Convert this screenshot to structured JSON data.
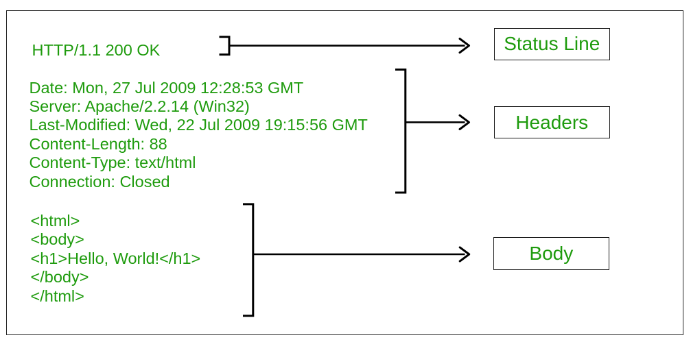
{
  "colors": {
    "text_green": "#1e9b0d",
    "stroke_black": "#000000",
    "frame_border": "#242424",
    "box_border": "#181818",
    "background": "#ffffff"
  },
  "status": {
    "text": "HTTP/1.1 200 OK",
    "label": "Status Line"
  },
  "headers": {
    "lines": [
      "Date: Mon, 27 Jul 2009 12:28:53 GMT",
      "Server: Apache/2.2.14 (Win32)",
      "Last-Modified: Wed, 22 Jul 2009 19:15:56 GMT",
      "Content-Length: 88",
      "Content-Type: text/html",
      "Connection: Closed"
    ],
    "label": "Headers"
  },
  "body": {
    "lines": [
      "<html>",
      "<body>",
      "<h1>Hello, World!</h1>",
      "</body>",
      "</html>"
    ],
    "label": "Body"
  }
}
